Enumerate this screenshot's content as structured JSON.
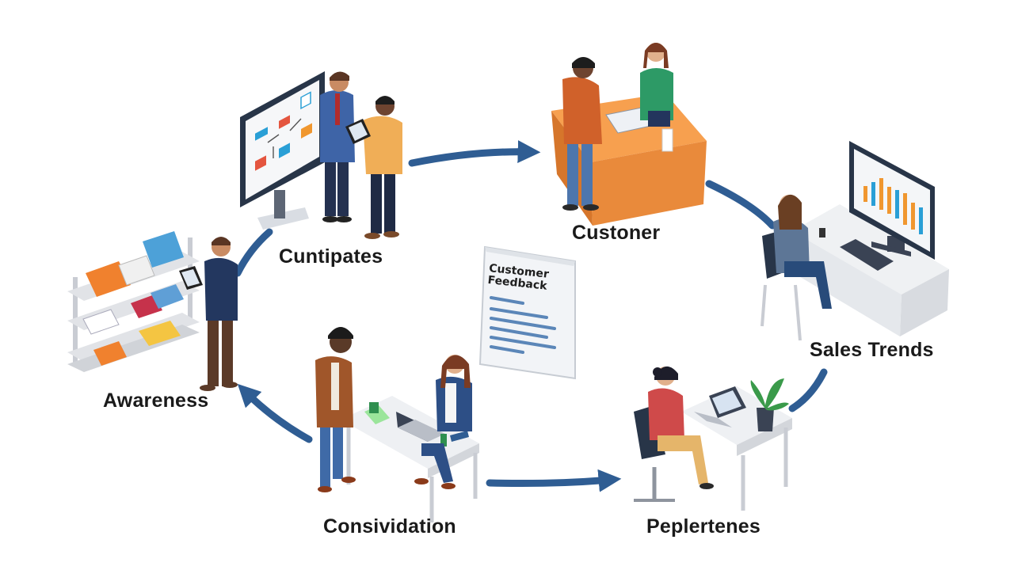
{
  "stages": {
    "cuntipates": "Cuntipates",
    "custoner": "Custoner",
    "sales_trends": "Sales Trends",
    "awareness": "Awareness",
    "consividation": "Consividation",
    "peplertenes": "Peplertenes"
  },
  "center_document": {
    "title_line1": "Customer",
    "title_line2": "Feedback"
  },
  "colors": {
    "arrow": "#2f5d93",
    "counter": "#e98a3b",
    "monitor": "#283548",
    "desk": "#e9ebee"
  }
}
